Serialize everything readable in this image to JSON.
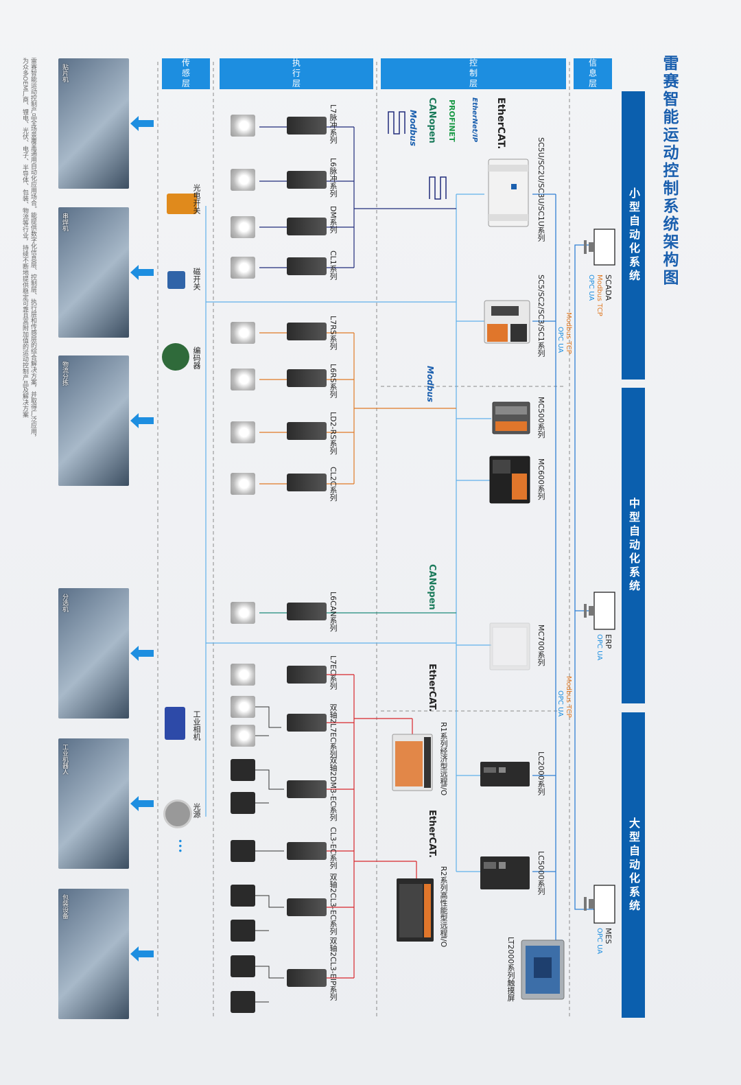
{
  "title": "雷赛智能运动控制系统架构图",
  "systems": [
    "小型自动化系统",
    "中型自动化系统",
    "大型自动化系统"
  ],
  "layers": {
    "info": "信息层",
    "control": "控制层",
    "actuator": "执行层",
    "sensor": "传感层"
  },
  "description": "雷赛智能运动控制产品全场景覆盖通用自动化应用场合。能提供数字化信息层、控制层、执行层和传感层的综合解决方案，并取得广泛应用，为众多OEM厂商、锂电、光伏、电子、半导体、包装、物流等行业，持续不断地提供稳定可靠且高附加值的运动控制产品及解决方案",
  "info_layer": {
    "systems": [
      {
        "name": "SCADA",
        "protocols": [
          "Modbus TCP",
          "OPC UA"
        ]
      },
      {
        "name": "ERP",
        "protocols": [
          "OPC UA"
        ]
      },
      {
        "name": "MES",
        "protocols": [
          "OPC UA"
        ]
      }
    ],
    "link_labels": [
      {
        "top": "Modbus TCP",
        "bottom": "OPC UA"
      },
      {
        "top": "Modbus TCP",
        "bottom": "OPC UA"
      }
    ]
  },
  "control_layer": {
    "protocol_logos": {
      "ethercat": "EtherCAT.",
      "ethernetip": "EtherNet/IP",
      "profinet": "PROFINET",
      "canopen": "CANopen",
      "modbus": "Modbus"
    },
    "controllers": [
      "SC5U/SC2U/SC3U/SC1U系列",
      "SC5/SC2/SC3/SC1系列",
      "MC500系列",
      "MC600系列",
      "MC700系列",
      "LC2000系列",
      "LC5000系列",
      "LT2000系列触摸屏"
    ],
    "remote_io": [
      "R1系列经济型远程I/O",
      "R2系列高性能型远程I/O"
    ]
  },
  "actuator_layer": {
    "drives": [
      "L7脉冲系列",
      "L6脉冲系列",
      "DM系列",
      "CL1系列",
      "L7RS系列",
      "L6RS系列",
      "LD2-RS系列",
      "CL2C系列",
      "L6CAN系列",
      "L7EC系列",
      "双轴2L7EC系列",
      "双轴2DM3-EC系列",
      "CL3-EC系列",
      "双轴2CL3-EC系列",
      "双轴2CL3-EIP系列"
    ]
  },
  "sensor_layer": {
    "sensors": [
      "光电开关",
      "磁开关",
      "编码器",
      "工业相机",
      "光源"
    ],
    "more": "•••"
  },
  "applications": [
    "贴片机",
    "串焊机",
    "物流分拣",
    "分选机",
    "工业机器人",
    "包装设备"
  ]
}
